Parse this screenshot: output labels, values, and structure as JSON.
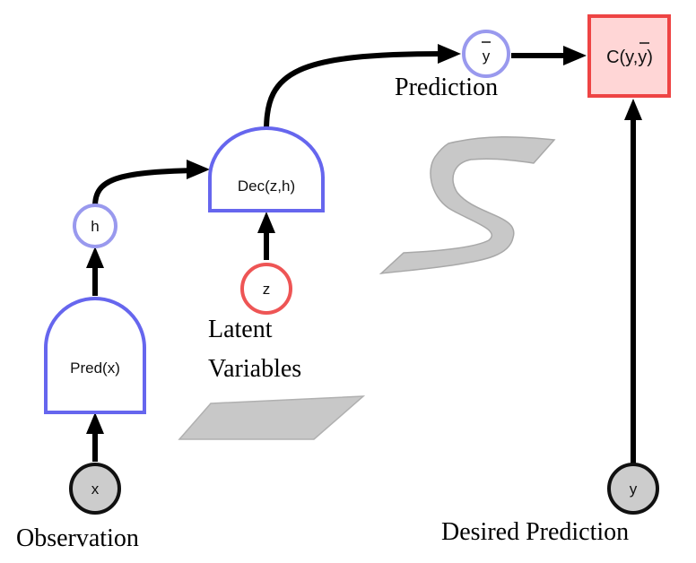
{
  "nodes": {
    "x": "x",
    "h": "h",
    "z": "z",
    "y_bar": "y",
    "y": "y"
  },
  "blocks": {
    "pred": "Pred(x)",
    "dec": "Dec(z,h)",
    "cost": "C(y,y)"
  },
  "labels": {
    "observation": "Observation",
    "latent_line1": "Latent",
    "latent_line2": "Variables",
    "prediction": "Prediction",
    "desired_prediction": "Desired Prediction"
  },
  "colors": {
    "block_border": "#6666ee",
    "node_light_blue": "#9999ee",
    "latent_red": "#ee5555",
    "cost_fill": "#ffd6d6",
    "cost_border": "#ee4444",
    "observed_fill": "#cccccc",
    "manifold_fill": "#c8c8c8",
    "arrow": "#000000"
  }
}
